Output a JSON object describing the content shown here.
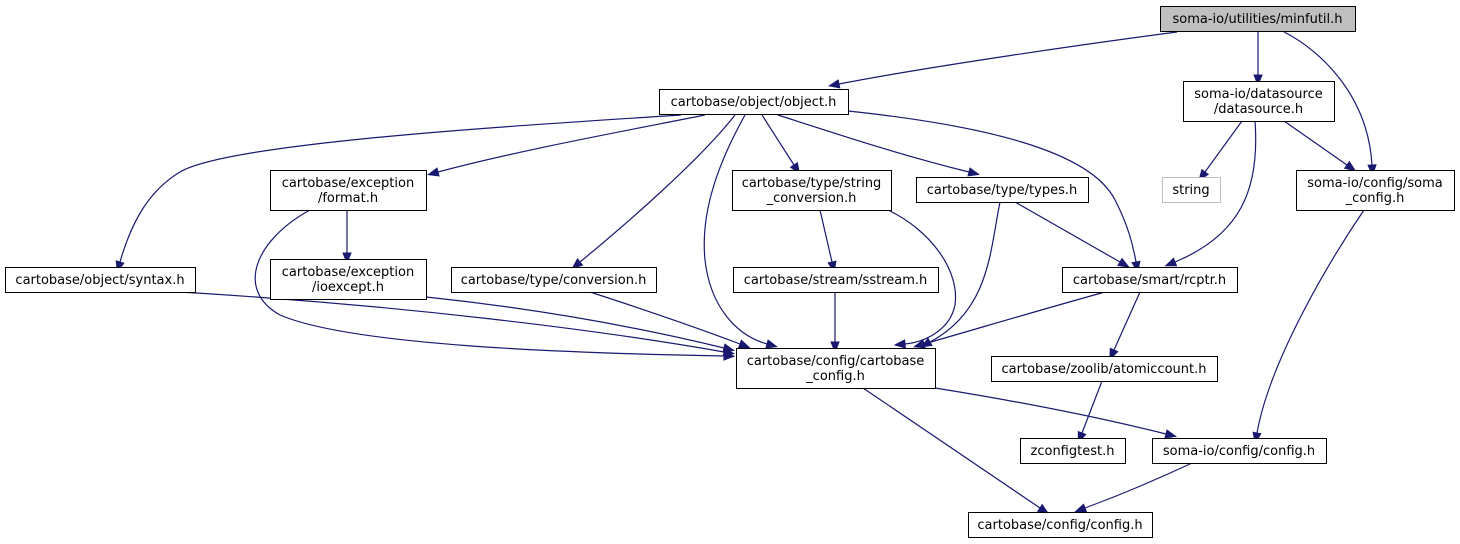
{
  "diagram": {
    "type": "include-dependency-graph",
    "edge_color": "#191970",
    "root_fill": "#bfbfbf",
    "external_border": "#bfbfbf",
    "nodes": [
      {
        "id": "minfutil",
        "lines": [
          "soma-io/utilities/minfutil.h"
        ],
        "kind": "root"
      },
      {
        "id": "object",
        "lines": [
          "cartobase/object/object.h"
        ],
        "kind": "normal"
      },
      {
        "id": "datasource",
        "lines": [
          "soma-io/datasource",
          "/datasource.h"
        ],
        "kind": "normal"
      },
      {
        "id": "format",
        "lines": [
          "cartobase/exception",
          "/format.h"
        ],
        "kind": "normal"
      },
      {
        "id": "stringconv",
        "lines": [
          "cartobase/type/string",
          "_conversion.h"
        ],
        "kind": "normal"
      },
      {
        "id": "types",
        "lines": [
          "cartobase/type/types.h"
        ],
        "kind": "normal"
      },
      {
        "id": "string",
        "lines": [
          "string"
        ],
        "kind": "external"
      },
      {
        "id": "somaconfig",
        "lines": [
          "soma-io/config/soma",
          "_config.h"
        ],
        "kind": "normal"
      },
      {
        "id": "syntax",
        "lines": [
          "cartobase/object/syntax.h"
        ],
        "kind": "normal"
      },
      {
        "id": "ioexcept",
        "lines": [
          "cartobase/exception",
          "/ioexcept.h"
        ],
        "kind": "normal"
      },
      {
        "id": "conversion",
        "lines": [
          "cartobase/type/conversion.h"
        ],
        "kind": "normal"
      },
      {
        "id": "sstream",
        "lines": [
          "cartobase/stream/sstream.h"
        ],
        "kind": "normal"
      },
      {
        "id": "rcptr",
        "lines": [
          "cartobase/smart/rcptr.h"
        ],
        "kind": "normal"
      },
      {
        "id": "cbconfig",
        "lines": [
          "cartobase/config/cartobase",
          "_config.h"
        ],
        "kind": "normal"
      },
      {
        "id": "atomic",
        "lines": [
          "cartobase/zoolib/atomiccount.h"
        ],
        "kind": "normal"
      },
      {
        "id": "zconfig",
        "lines": [
          "zconfigtest.h"
        ],
        "kind": "normal"
      },
      {
        "id": "somaioconfig",
        "lines": [
          "soma-io/config/config.h"
        ],
        "kind": "normal"
      },
      {
        "id": "cbconfigh",
        "lines": [
          "cartobase/config/config.h"
        ],
        "kind": "normal"
      }
    ],
    "edges": [
      {
        "from": "minfutil",
        "to": "object"
      },
      {
        "from": "minfutil",
        "to": "datasource"
      },
      {
        "from": "minfutil",
        "to": "somaconfig"
      },
      {
        "from": "object",
        "to": "syntax"
      },
      {
        "from": "object",
        "to": "format"
      },
      {
        "from": "object",
        "to": "conversion"
      },
      {
        "from": "object",
        "to": "cbconfig"
      },
      {
        "from": "object",
        "to": "stringconv"
      },
      {
        "from": "object",
        "to": "types"
      },
      {
        "from": "object",
        "to": "rcptr"
      },
      {
        "from": "datasource",
        "to": "string"
      },
      {
        "from": "datasource",
        "to": "rcptr"
      },
      {
        "from": "datasource",
        "to": "somaconfig"
      },
      {
        "from": "format",
        "to": "ioexcept"
      },
      {
        "from": "format",
        "to": "cbconfig"
      },
      {
        "from": "stringconv",
        "to": "sstream"
      },
      {
        "from": "stringconv",
        "to": "cbconfig"
      },
      {
        "from": "types",
        "to": "cbconfig"
      },
      {
        "from": "types",
        "to": "rcptr"
      },
      {
        "from": "somaconfig",
        "to": "somaioconfig"
      },
      {
        "from": "syntax",
        "to": "cbconfig"
      },
      {
        "from": "ioexcept",
        "to": "cbconfig"
      },
      {
        "from": "conversion",
        "to": "cbconfig"
      },
      {
        "from": "sstream",
        "to": "cbconfig"
      },
      {
        "from": "rcptr",
        "to": "cbconfig"
      },
      {
        "from": "rcptr",
        "to": "atomic"
      },
      {
        "from": "cbconfig",
        "to": "somaioconfig"
      },
      {
        "from": "cbconfig",
        "to": "cbconfigh"
      },
      {
        "from": "atomic",
        "to": "zconfig"
      },
      {
        "from": "somaioconfig",
        "to": "cbconfigh"
      }
    ]
  }
}
